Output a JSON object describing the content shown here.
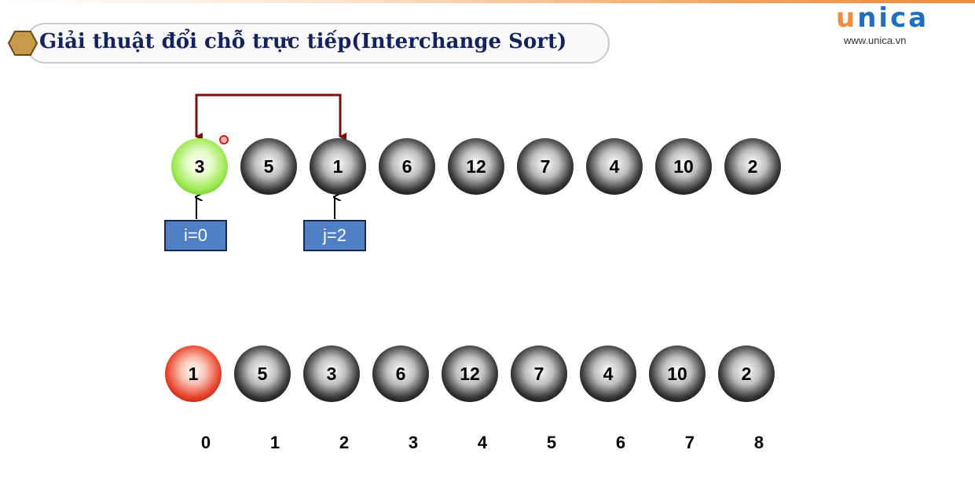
{
  "header": {
    "title": "Giải thuật đổi chỗ trực tiếp(Interchange Sort)",
    "logo_u": "u",
    "logo_rest": "nica",
    "logo_url": "www.unica.vn"
  },
  "labels": {
    "i": "i=0",
    "j": "j=2"
  },
  "top_row": [
    "3",
    "5",
    "1",
    "6",
    "12",
    "7",
    "4",
    "10",
    "2"
  ],
  "bottom_row": [
    "1",
    "5",
    "3",
    "6",
    "12",
    "7",
    "4",
    "10",
    "2"
  ],
  "indices": [
    "0",
    "1",
    "2",
    "3",
    "4",
    "5",
    "6",
    "7",
    "8"
  ],
  "colors": {
    "highlight_i": "#9be84f",
    "highlight_swapped": "#e8442c",
    "node_default": "#2a2a2a",
    "arrow": "#7a1010",
    "label_box": "#4f7fc4",
    "title_text": "#14235e"
  }
}
